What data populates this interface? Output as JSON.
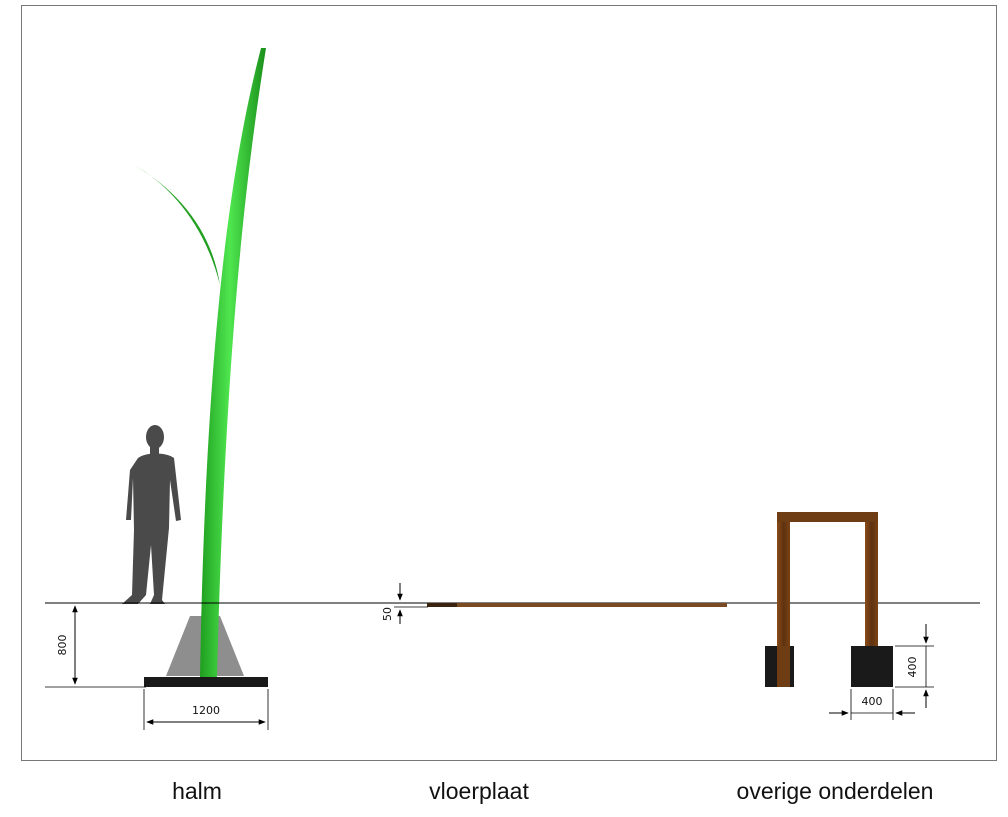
{
  "dimensions": {
    "foundation_depth": "800",
    "foundation_width": "1200",
    "floor_plate_thickness": "50",
    "block_height": "400",
    "block_width": "400"
  },
  "captions": {
    "halm": "halm",
    "vloerplaat": "vloerplaat",
    "overige": "overige onderdelen"
  },
  "colors": {
    "stalk_green": "#2fcf2f",
    "leaf_green": "#21a021",
    "concrete_gray": "#8e8e8e",
    "base_plate": "#1a1a1a",
    "wood_brown": "#6e3d14",
    "person_gray": "#4a4a4a"
  }
}
